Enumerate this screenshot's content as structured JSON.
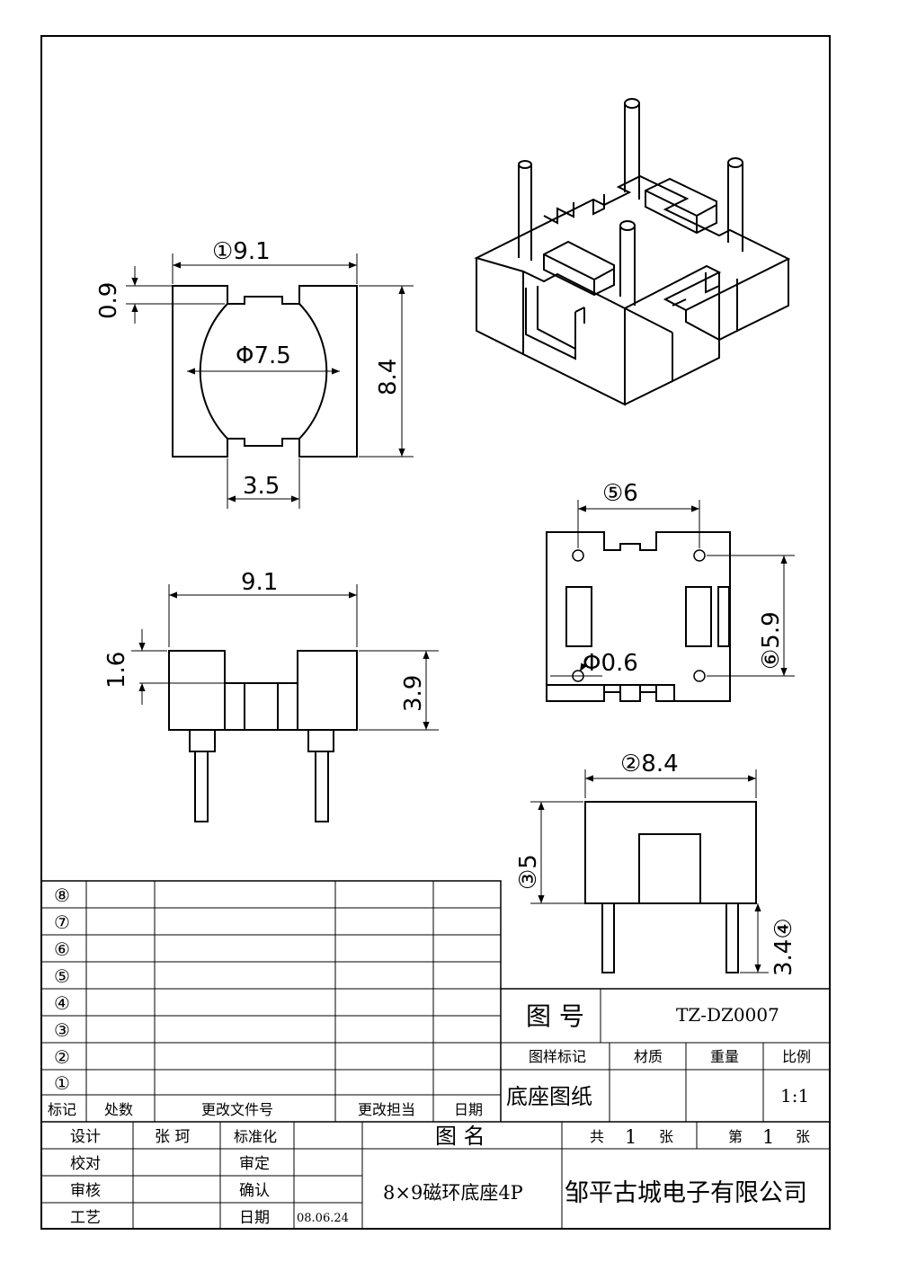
{
  "dims": {
    "top_width": "①9.1",
    "slot_depth": "0.9",
    "hole_dia": "Φ7.5",
    "top_height": "8.4",
    "slot_width": "3.5",
    "pin_spacing_x": "⑤6",
    "pin_spacing_y": "⑥5.9",
    "pin_dia": "Φ0.6",
    "front_width": "9.1",
    "front_step": "1.6",
    "front_height": "3.9",
    "side_width": "②8.4",
    "side_height": "③5",
    "pin_length": "3.4④"
  },
  "revision_table": {
    "rows": [
      "⑧",
      "⑦",
      "⑥",
      "⑤",
      "④",
      "③",
      "②",
      "①"
    ],
    "headers": [
      "标记",
      "处数",
      "更改文件号",
      "更改担当",
      "日期"
    ]
  },
  "title_block": {
    "drawing_no_label": "图  号",
    "drawing_no": "TZ-DZ0007",
    "mark_label": "图样标记",
    "material_label": "材质",
    "weight_label": "重量",
    "scale_label": "比例",
    "drawing_type": "底座图纸",
    "scale": "1:1",
    "design_label": "设计",
    "designer": "张 珂",
    "standard_label": "标准化",
    "check_label": "校对",
    "review_label": "审定",
    "audit_label": "审核",
    "confirm_label": "确认",
    "process_label": "工艺",
    "date_label": "日期",
    "date": "08.06.24",
    "name_label": "图  名",
    "name": "8×9磁环底座4P",
    "total_label": "共",
    "total": "1",
    "sheet_unit": "张",
    "sheet_label": "第",
    "sheet": "1",
    "sheet_unit2": "张",
    "company": "邹平古城电子有限公司"
  }
}
